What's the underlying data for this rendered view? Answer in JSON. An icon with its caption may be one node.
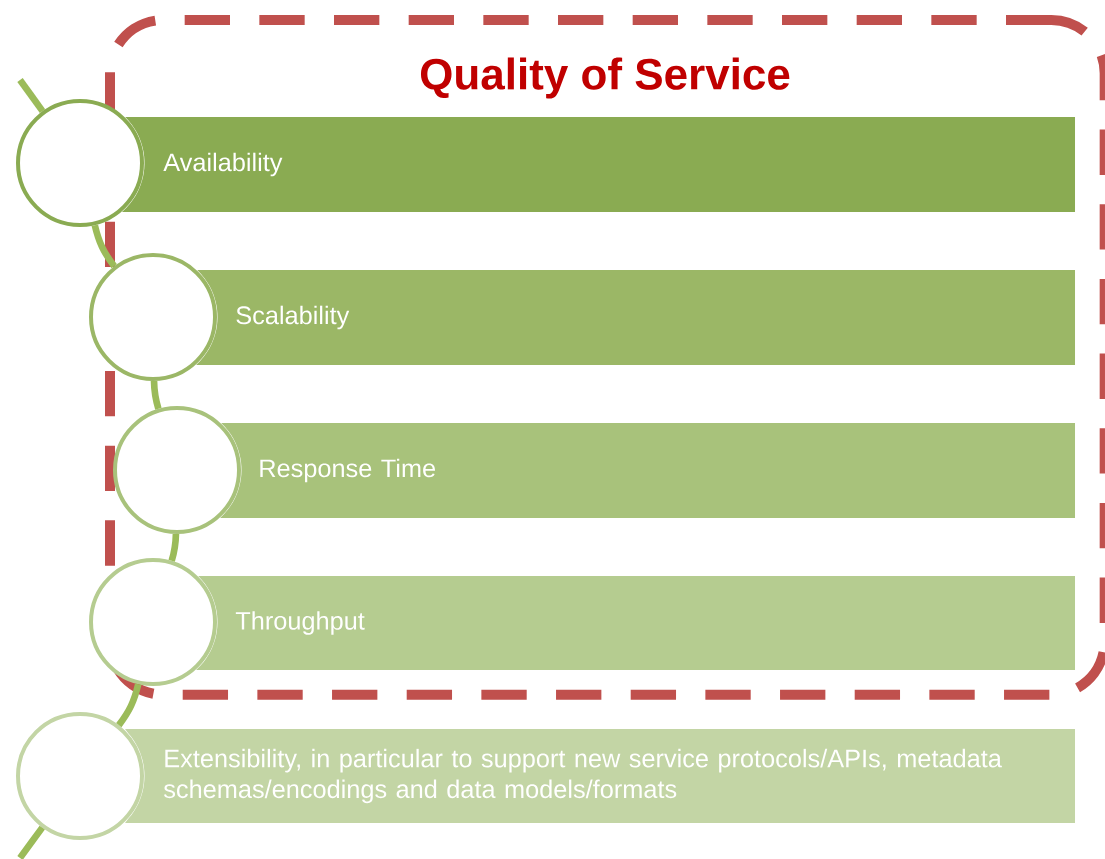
{
  "diagram": {
    "nodes": [
      {
        "text": [
          "Quality of Service"
        ]
      },
      {
        "text": [
          "Availability"
        ],
        "in": 0
      },
      {
        "text": [
          "Scalability"
        ],
        "in": 0
      },
      {
        "text": [
          "Response Time"
        ],
        "in": 0
      },
      {
        "text": [
          "Throughput"
        ],
        "in": 0
      },
      {
        "text": [
          "Extensibility, in particular to support new service protocols/APIs, metadata schemas/encodings and data models/formats"
        ]
      },
      {
        "text": [],
        "shape": "circle"
      },
      {
        "text": [],
        "shape": "circle"
      },
      {
        "text": [],
        "shape": "circle",
        "in": 0
      },
      {
        "text": [],
        "shape": "circle"
      },
      {
        "text": [],
        "shape": "circle"
      }
    ],
    "edges": [
      {
        "from": null,
        "to": 6,
        "arrow": "none"
      },
      {
        "from": 6,
        "to": 7,
        "arrow": "none"
      },
      {
        "from": 7,
        "to": 8,
        "arrow": "none"
      },
      {
        "from": 8,
        "to": 9,
        "arrow": "none"
      },
      {
        "from": 9,
        "to": 10,
        "arrow": "none"
      },
      {
        "from": 10,
        "to": null,
        "arrow": "none"
      }
    ]
  }
}
